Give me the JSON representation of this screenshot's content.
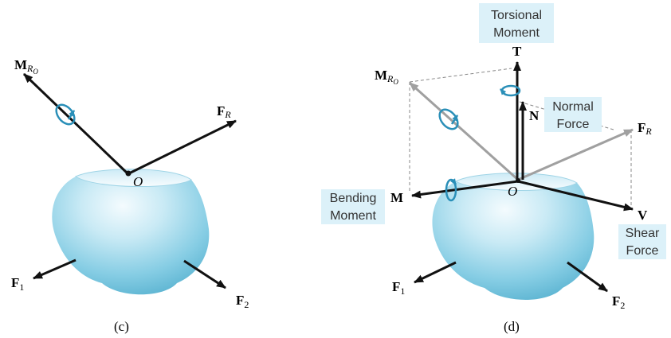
{
  "panel_c": {
    "caption": "(c)",
    "origin": "O",
    "moment": {
      "main": "M",
      "sub": "R",
      "subsub": "O"
    },
    "force_resultant": {
      "main": "F",
      "sub": "R"
    },
    "force_1": {
      "main": "F",
      "sub": "1"
    },
    "force_2": {
      "main": "F",
      "sub": "2"
    }
  },
  "panel_d": {
    "caption": "(d)",
    "origin": "O",
    "moment": {
      "main": "M",
      "sub": "R",
      "subsub": "O"
    },
    "force_resultant": {
      "main": "F",
      "sub": "R"
    },
    "force_1": {
      "main": "F",
      "sub": "1"
    },
    "force_2": {
      "main": "F",
      "sub": "2"
    },
    "torsional": {
      "symbol": "T",
      "line1": "Torsional",
      "line2": "Moment"
    },
    "normal": {
      "symbol": "N",
      "line1": "Normal",
      "line2": "Force"
    },
    "bending": {
      "symbol": "M",
      "line1": "Bending",
      "line2": "Moment"
    },
    "shear": {
      "symbol": "V",
      "line1": "Shear",
      "line2": "Force"
    }
  },
  "colors": {
    "body_fill": "#7cc8e0",
    "body_highlight": "#f4fbfe",
    "label_box": "#dcf1f9",
    "rotation_arrow": "#2a8fb8",
    "vector_black": "#111111",
    "vector_gray": "#9a9a9a"
  }
}
